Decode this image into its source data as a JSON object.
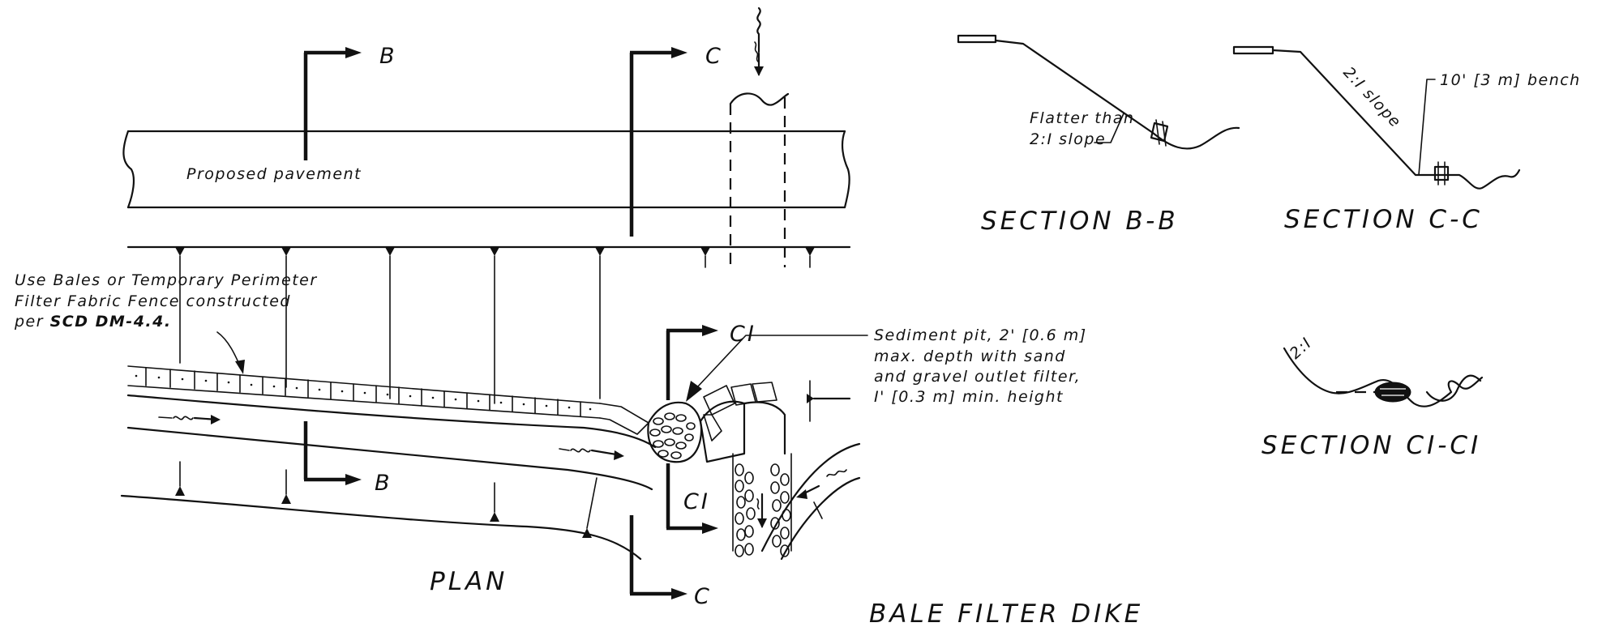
{
  "title": "BALE FILTER DIKE",
  "views": {
    "plan": "PLAN",
    "section_bb": "SECTION B-B",
    "section_cc": "SECTION C-C",
    "section_c1": "SECTION CI-CI"
  },
  "cut_markers": {
    "b": "B",
    "c": "C",
    "c1": "CI"
  },
  "labels": {
    "pavement": "Proposed pavement",
    "bales_note": [
      "Use Bales or Temporary Perimeter",
      "Filter Fabric Fence constructed"
    ],
    "bales_ref_prefix": "per",
    "bales_ref": "SCD DM-4.4.",
    "sediment_pit": [
      "Sediment pit, 2' [0.6 m]",
      "max. depth with sand",
      "and gravel outlet filter,",
      "I' [0.3 m] min. height"
    ],
    "flatter_slope": [
      "Flatter than",
      "2:I slope"
    ],
    "slope_21": "2:I slope",
    "bench": "10' [3 m] bench",
    "ratio_21": "2:I"
  },
  "colors": {
    "ink": "#111111",
    "background": "#ffffff"
  }
}
